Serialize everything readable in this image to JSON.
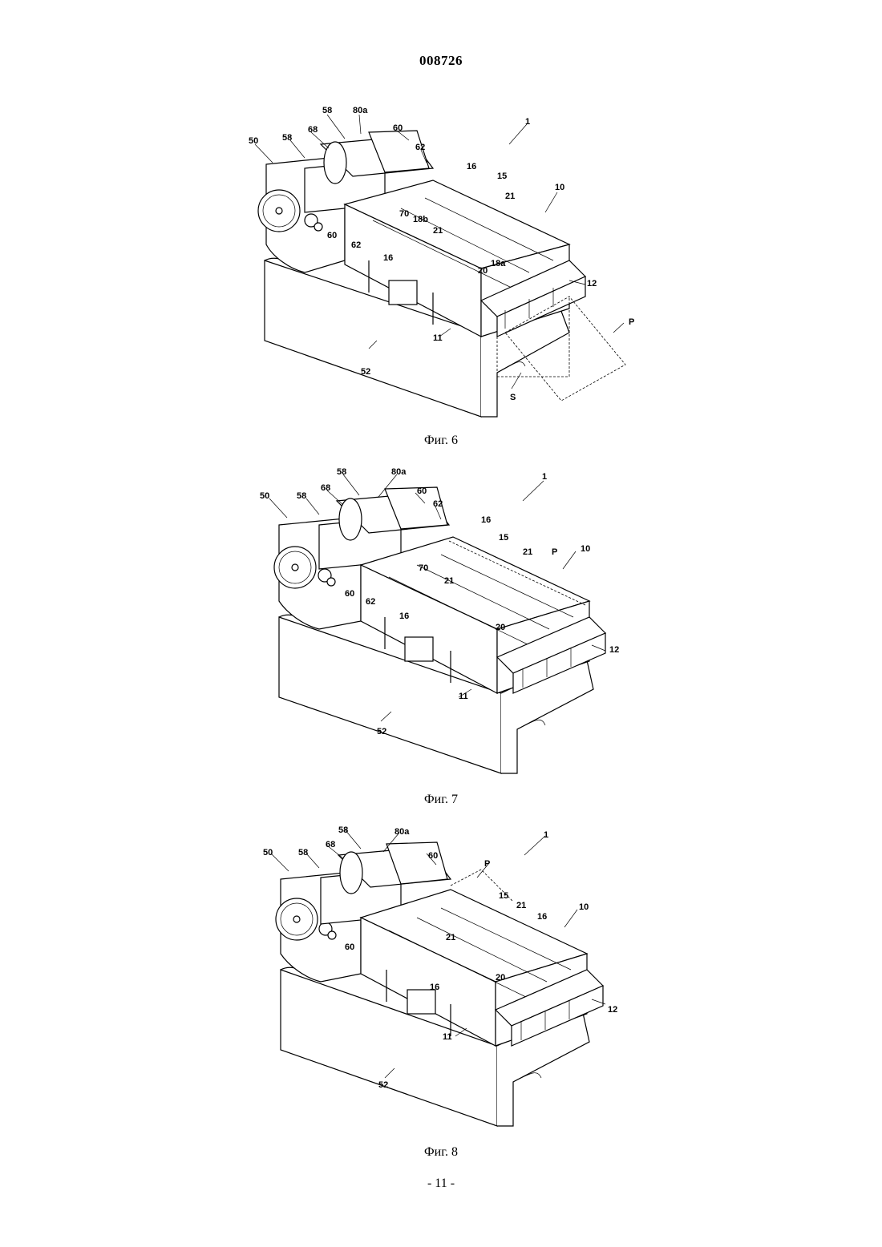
{
  "header": {
    "doc_number": "008726"
  },
  "figures": [
    {
      "caption": "Фиг. 6",
      "labels": {
        "l1": "1",
        "l10": "10",
        "l11": "11",
        "l12": "12",
        "l15": "15",
        "l16a": "16",
        "l16b": "16",
        "l18a": "18a",
        "l18b": "18b",
        "l20": "20",
        "l21a": "21",
        "l21b": "21",
        "l50": "50",
        "l52": "52",
        "l58a": "58",
        "l58b": "58",
        "l60a": "60",
        "l60b": "60",
        "l62a": "62",
        "l62b": "62",
        "l68": "68",
        "l70": "70",
        "l80a": "80a",
        "lP": "P",
        "lS": "S"
      }
    },
    {
      "caption": "Фиг. 7",
      "labels": {
        "l1": "1",
        "l10": "10",
        "l11": "11",
        "l12": "12",
        "l15": "15",
        "l16a": "16",
        "l16b": "16",
        "l20": "20",
        "l21a": "21",
        "l21b": "21",
        "l50": "50",
        "l52": "52",
        "l58a": "58",
        "l58b": "58",
        "l60a": "60",
        "l60b": "60",
        "l62a": "62",
        "l62b": "62",
        "l68": "68",
        "l70": "70",
        "l80a": "80a",
        "lP": "P"
      }
    },
    {
      "caption": "Фиг. 8",
      "labels": {
        "l1": "1",
        "l10": "10",
        "l11": "11",
        "l12": "12",
        "l15": "15",
        "l16a": "16",
        "l16b": "16",
        "l20": "20",
        "l21a": "21",
        "l21b": "21",
        "l50": "50",
        "l52": "52",
        "l58a": "58",
        "l58b": "58",
        "l60a": "60",
        "l60b": "60",
        "l68": "68",
        "l80a": "80a",
        "lP": "P"
      }
    }
  ],
  "footer": {
    "page_number": "- 11 -"
  }
}
